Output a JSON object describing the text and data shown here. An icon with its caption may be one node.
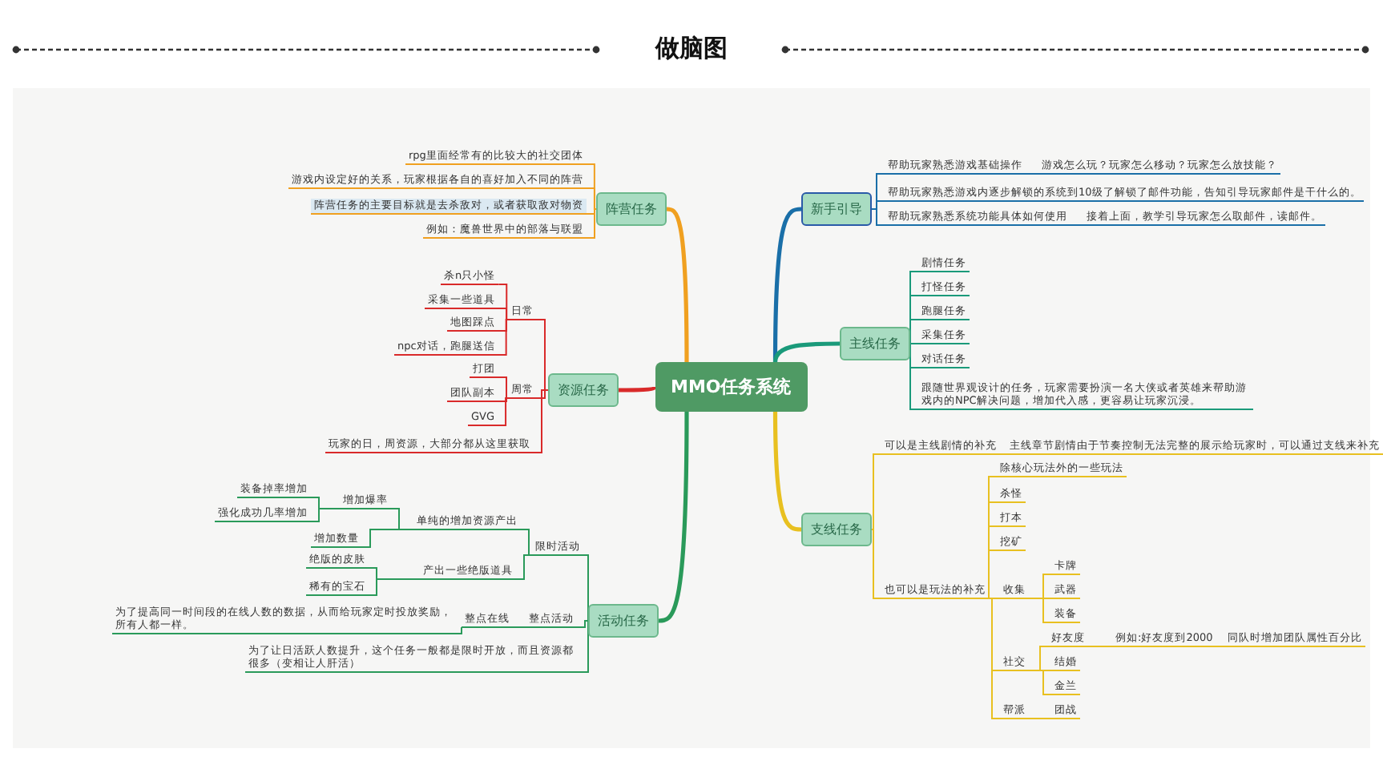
{
  "diagram": {
    "title": "做脑图",
    "nodes": [
      {
        "text": [
          "MMO任务系统"
        ]
      },
      {
        "text": [
          "阵营任务"
        ]
      },
      {
        "text": [
          "rpg里面经常有的比较大的社交团体"
        ]
      },
      {
        "text": [
          "游戏内设定好的关系，玩家根据各自的喜好加入不同的阵营"
        ]
      },
      {
        "text": [
          "阵营任务的主要目标就是去杀敌对，或者获取敌对物资"
        ]
      },
      {
        "text": [
          "例如：魔兽世界中的部落与联盟"
        ]
      },
      {
        "text": [
          "资源任务"
        ]
      },
      {
        "text": [
          "日常"
        ]
      },
      {
        "text": [
          "杀n只小怪"
        ]
      },
      {
        "text": [
          "采集一些道具"
        ]
      },
      {
        "text": [
          "地图踩点"
        ]
      },
      {
        "text": [
          "npc对话，跑腿送信"
        ]
      },
      {
        "text": [
          "周常"
        ]
      },
      {
        "text": [
          "打团"
        ]
      },
      {
        "text": [
          "团队副本"
        ]
      },
      {
        "text": [
          "GVG"
        ]
      },
      {
        "text": [
          "玩家的日，周资源，大部分都从这里获取"
        ]
      },
      {
        "text": [
          "活动任务"
        ]
      },
      {
        "text": [
          "限时活动"
        ]
      },
      {
        "text": [
          "单纯的增加资源产出"
        ]
      },
      {
        "text": [
          "增加爆率"
        ]
      },
      {
        "text": [
          "装备掉率增加"
        ]
      },
      {
        "text": [
          "强化成功几率增加"
        ]
      },
      {
        "text": [
          "增加数量"
        ]
      },
      {
        "text": [
          "产出一些绝版道具"
        ]
      },
      {
        "text": [
          "绝版的皮肤"
        ]
      },
      {
        "text": [
          "稀有的宝石"
        ]
      },
      {
        "text": [
          "整点活动"
        ]
      },
      {
        "text": [
          "整点在线"
        ]
      },
      {
        "text": [
          "为了提高同一时间段的在线人数的数据，从而给玩家定时投放奖励，所有人都一样。"
        ]
      },
      {
        "text": [
          "为了让日活跃人数提升，这个任务一般都是限时开放，而且资源都很多（变相让人肝活）"
        ]
      },
      {
        "text": [
          "新手引导"
        ]
      },
      {
        "text": [
          "帮助玩家熟悉游戏基础操作"
        ]
      },
      {
        "text": [
          "游戏怎么玩？玩家怎么移动？玩家怎么放技能？"
        ]
      },
      {
        "text": [
          "帮助玩家熟悉游戏内逐步解锁的系统"
        ]
      },
      {
        "text": [
          "到10级了解锁了邮件功能，告知引导玩家邮件是干什么的。"
        ]
      },
      {
        "text": [
          "帮助玩家熟悉系统功能具体如何使用"
        ]
      },
      {
        "text": [
          "接着上面，教学引导玩家怎么取邮件，读邮件。"
        ]
      },
      {
        "text": [
          "主线任务"
        ]
      },
      {
        "text": [
          "剧情任务"
        ]
      },
      {
        "text": [
          "打怪任务"
        ]
      },
      {
        "text": [
          "跑腿任务"
        ]
      },
      {
        "text": [
          "采集任务"
        ]
      },
      {
        "text": [
          "对话任务"
        ]
      },
      {
        "text": [
          "跟随世界观设计的任务，玩家需要扮演一名大侠或者英雄来帮助游戏内的NPC解决问题，增加代入感，更容易让玩家沉浸。"
        ]
      },
      {
        "text": [
          "支线任务"
        ]
      },
      {
        "text": [
          "可以是主线剧情的补充"
        ]
      },
      {
        "text": [
          "主线章节剧情由于节奏控制无法完整的展示给玩家时，可以通过支线来补充"
        ]
      },
      {
        "text": [
          "也可以是玩法的补充"
        ]
      },
      {
        "text": [
          "除核心玩法外的一些玩法"
        ]
      },
      {
        "text": [
          "杀怪"
        ]
      },
      {
        "text": [
          "打本"
        ]
      },
      {
        "text": [
          "挖矿"
        ]
      },
      {
        "text": [
          "收集"
        ]
      },
      {
        "text": [
          "卡牌"
        ]
      },
      {
        "text": [
          "武器"
        ]
      },
      {
        "text": [
          "装备"
        ]
      },
      {
        "text": [
          "社交"
        ]
      },
      {
        "text": [
          "好友度"
        ]
      },
      {
        "text": [
          "例如:好友度到2000"
        ]
      },
      {
        "text": [
          "同队时增加团队属性百分比"
        ]
      },
      {
        "text": [
          "结婚"
        ]
      },
      {
        "text": [
          "金兰"
        ]
      },
      {
        "text": [
          "帮派"
        ]
      },
      {
        "text": [
          "团战"
        ]
      }
    ],
    "edges": [
      {
        "from": 0,
        "to": 1,
        "arrow": "none",
        "style": "thick",
        "color": "#f0a020"
      },
      {
        "from": 0,
        "to": 6,
        "arrow": "none",
        "style": "thick",
        "color": "#d92a2a"
      },
      {
        "from": 0,
        "to": 17,
        "arrow": "none",
        "style": "thick",
        "color": "#2a9a5a"
      },
      {
        "from": 0,
        "to": 31,
        "arrow": "none",
        "style": "thick",
        "color": "#1a6fa8"
      },
      {
        "from": 0,
        "to": 38,
        "arrow": "none",
        "style": "thick",
        "color": "#1a9a7a"
      },
      {
        "from": 0,
        "to": 45,
        "arrow": "none",
        "style": "thick",
        "color": "#e8c020"
      },
      {
        "from": 1,
        "to": 2,
        "arrow": "none",
        "color": "#f0a020"
      },
      {
        "from": 1,
        "to": 3,
        "arrow": "none",
        "color": "#f0a020"
      },
      {
        "from": 1,
        "to": 4,
        "arrow": "none",
        "color": "#f0a020"
      },
      {
        "from": 1,
        "to": 5,
        "arrow": "none",
        "color": "#f0a020"
      },
      {
        "from": 6,
        "to": 7,
        "arrow": "none",
        "color": "#d92a2a"
      },
      {
        "from": 6,
        "to": 12,
        "arrow": "none",
        "color": "#d92a2a"
      },
      {
        "from": 6,
        "to": 16,
        "arrow": "none",
        "color": "#d92a2a"
      },
      {
        "from": 7,
        "to": 8,
        "arrow": "none",
        "color": "#d92a2a"
      },
      {
        "from": 7,
        "to": 9,
        "arrow": "none",
        "color": "#d92a2a"
      },
      {
        "from": 7,
        "to": 10,
        "arrow": "none",
        "color": "#d92a2a"
      },
      {
        "from": 7,
        "to": 11,
        "arrow": "none",
        "color": "#d92a2a"
      },
      {
        "from": 12,
        "to": 13,
        "arrow": "none",
        "color": "#d92a2a"
      },
      {
        "from": 12,
        "to": 14,
        "arrow": "none",
        "color": "#d92a2a"
      },
      {
        "from": 12,
        "to": 15,
        "arrow": "none",
        "color": "#d92a2a"
      },
      {
        "from": 17,
        "to": 18,
        "arrow": "none",
        "color": "#2a9a5a"
      },
      {
        "from": 17,
        "to": 27,
        "arrow": "none",
        "color": "#2a9a5a"
      },
      {
        "from": 17,
        "to": 30,
        "arrow": "none",
        "color": "#2a9a5a"
      },
      {
        "from": 18,
        "to": 19,
        "arrow": "none",
        "color": "#2a9a5a"
      },
      {
        "from": 18,
        "to": 24,
        "arrow": "none",
        "color": "#2a9a5a"
      },
      {
        "from": 19,
        "to": 20,
        "arrow": "none",
        "color": "#2a9a5a"
      },
      {
        "from": 19,
        "to": 23,
        "arrow": "none",
        "color": "#2a9a5a"
      },
      {
        "from": 20,
        "to": 21,
        "arrow": "none",
        "color": "#2a9a5a"
      },
      {
        "from": 20,
        "to": 22,
        "arrow": "none",
        "color": "#2a9a5a"
      },
      {
        "from": 24,
        "to": 25,
        "arrow": "none",
        "color": "#2a9a5a"
      },
      {
        "from": 24,
        "to": 26,
        "arrow": "none",
        "color": "#2a9a5a"
      },
      {
        "from": 27,
        "to": 28,
        "arrow": "none",
        "color": "#2a9a5a"
      },
      {
        "from": 28,
        "to": 29,
        "arrow": "none",
        "color": "#2a9a5a"
      },
      {
        "from": 31,
        "to": 32,
        "arrow": "none",
        "color": "#1a6fa8"
      },
      {
        "from": 31,
        "to": 34,
        "arrow": "none",
        "color": "#1a6fa8"
      },
      {
        "from": 31,
        "to": 36,
        "arrow": "none",
        "color": "#1a6fa8"
      },
      {
        "from": 32,
        "to": 33,
        "arrow": "none",
        "color": "#1a6fa8"
      },
      {
        "from": 34,
        "to": 35,
        "arrow": "none",
        "color": "#1a6fa8"
      },
      {
        "from": 36,
        "to": 37,
        "arrow": "none",
        "color": "#1a6fa8"
      },
      {
        "from": 38,
        "to": 39,
        "arrow": "none",
        "color": "#1a9a7a"
      },
      {
        "from": 38,
        "to": 40,
        "arrow": "none",
        "color": "#1a9a7a"
      },
      {
        "from": 38,
        "to": 41,
        "arrow": "none",
        "color": "#1a9a7a"
      },
      {
        "from": 38,
        "to": 42,
        "arrow": "none",
        "color": "#1a9a7a"
      },
      {
        "from": 38,
        "to": 43,
        "arrow": "none",
        "color": "#1a9a7a"
      },
      {
        "from": 38,
        "to": 44,
        "arrow": "none",
        "color": "#1a9a7a"
      },
      {
        "from": 45,
        "to": 46,
        "arrow": "none",
        "color": "#e8c020"
      },
      {
        "from": 45,
        "to": 48,
        "arrow": "none",
        "color": "#e8c020"
      },
      {
        "from": 46,
        "to": 47,
        "arrow": "none",
        "color": "#e8c020"
      },
      {
        "from": 48,
        "to": 49,
        "arrow": "none",
        "color": "#e8c020"
      },
      {
        "from": 48,
        "to": 50,
        "arrow": "none",
        "color": "#e8c020"
      },
      {
        "from": 48,
        "to": 51,
        "arrow": "none",
        "color": "#e8c020"
      },
      {
        "from": 48,
        "to": 52,
        "arrow": "none",
        "color": "#e8c020"
      },
      {
        "from": 48,
        "to": 53,
        "arrow": "none",
        "color": "#e8c020"
      },
      {
        "from": 48,
        "to": 57,
        "arrow": "none",
        "color": "#e8c020"
      },
      {
        "from": 48,
        "to": 63,
        "arrow": "none",
        "color": "#e8c020"
      },
      {
        "from": 53,
        "to": 54,
        "arrow": "none",
        "color": "#e8c020"
      },
      {
        "from": 53,
        "to": 55,
        "arrow": "none",
        "color": "#e8c020"
      },
      {
        "from": 53,
        "to": 56,
        "arrow": "none",
        "color": "#e8c020"
      },
      {
        "from": 57,
        "to": 58,
        "arrow": "none",
        "color": "#e8c020"
      },
      {
        "from": 57,
        "to": 61,
        "arrow": "none",
        "color": "#e8c020"
      },
      {
        "from": 57,
        "to": 62,
        "arrow": "none",
        "color": "#e8c020"
      },
      {
        "from": 58,
        "to": 59,
        "arrow": "none",
        "color": "#e8c020"
      },
      {
        "from": 59,
        "to": 60,
        "arrow": "none",
        "color": "#e8c020"
      },
      {
        "from": 63,
        "to": 64,
        "arrow": "none",
        "color": "#e8c020"
      }
    ]
  }
}
